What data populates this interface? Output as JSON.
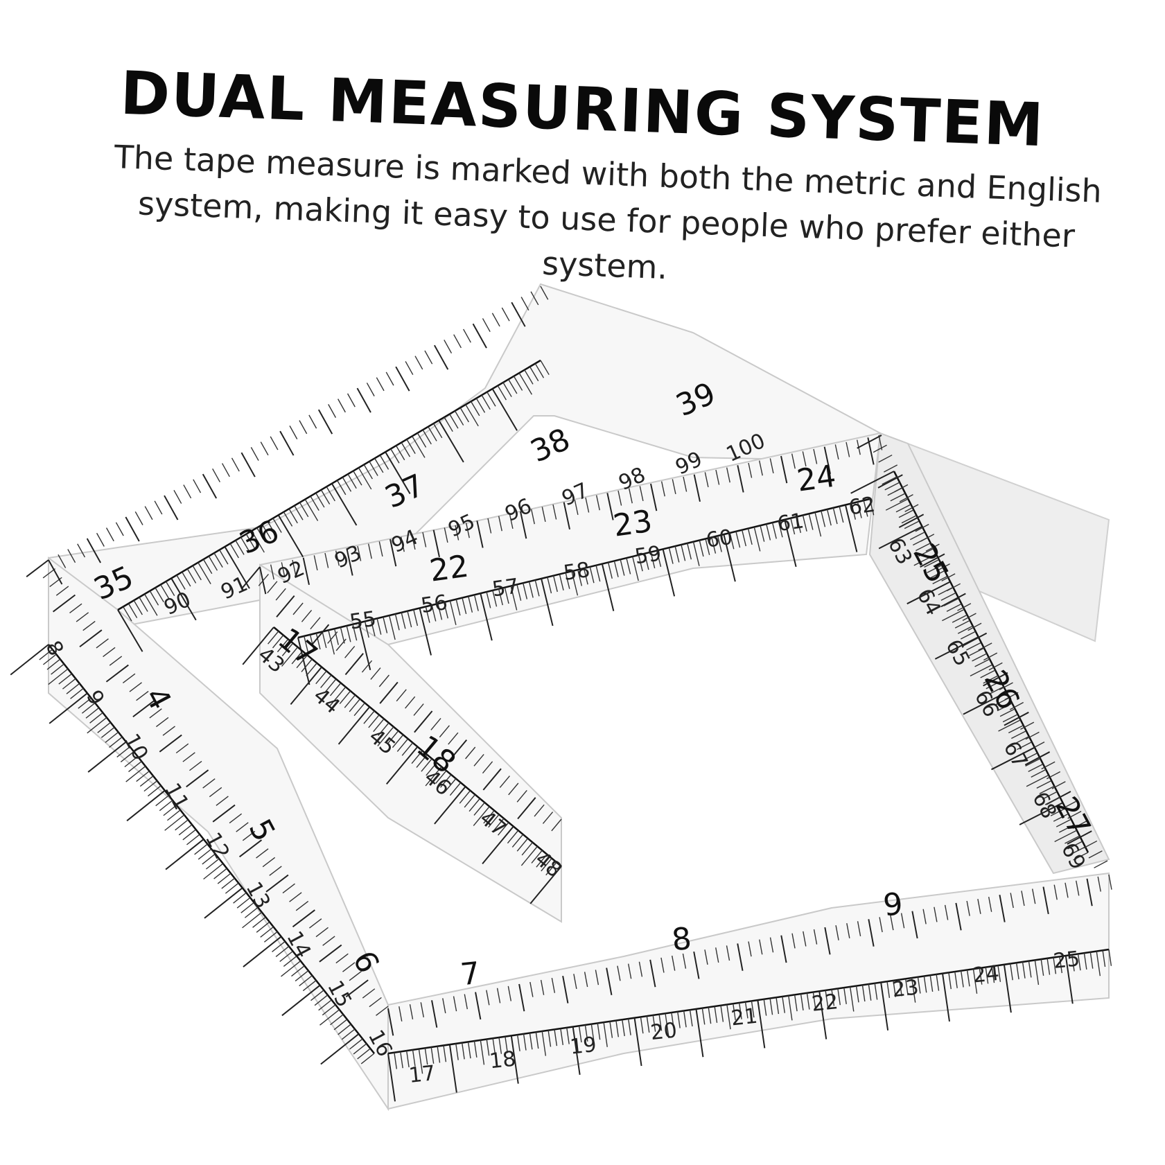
{
  "headline": "DUAL MEASURING SYSTEM",
  "description": "The tape measure is marked with both the metric and English system, making it easy to use for people who prefer either system.",
  "tape": {
    "bottom": {
      "inches": [
        "7",
        "8",
        "9"
      ],
      "cm": [
        "17",
        "18",
        "19",
        "20",
        "21",
        "22",
        "23",
        "24",
        "25"
      ]
    },
    "left": {
      "inches": [
        "4",
        "5",
        "6"
      ],
      "cm": [
        "8",
        "9",
        "10",
        "11",
        "12",
        "13",
        "14",
        "15",
        "16"
      ]
    },
    "top": {
      "inches": [
        "35",
        "36",
        "37",
        "38",
        "39"
      ],
      "cm": [
        "90",
        "91",
        "92",
        "93",
        "94",
        "95",
        "96",
        "97",
        "98",
        "99",
        "100"
      ]
    },
    "middle": {
      "inches": [
        "22",
        "23",
        "24"
      ],
      "cm": [
        "55",
        "56",
        "57",
        "58",
        "59",
        "60",
        "61",
        "62"
      ]
    },
    "right": {
      "inches": [
        "25",
        "26",
        "27"
      ],
      "cm": [
        "63",
        "64",
        "65",
        "66",
        "67",
        "68",
        "69"
      ]
    },
    "inner": {
      "inches": [
        "17",
        "18"
      ],
      "cm": [
        "43",
        "44",
        "45",
        "46",
        "47",
        "48"
      ]
    }
  }
}
